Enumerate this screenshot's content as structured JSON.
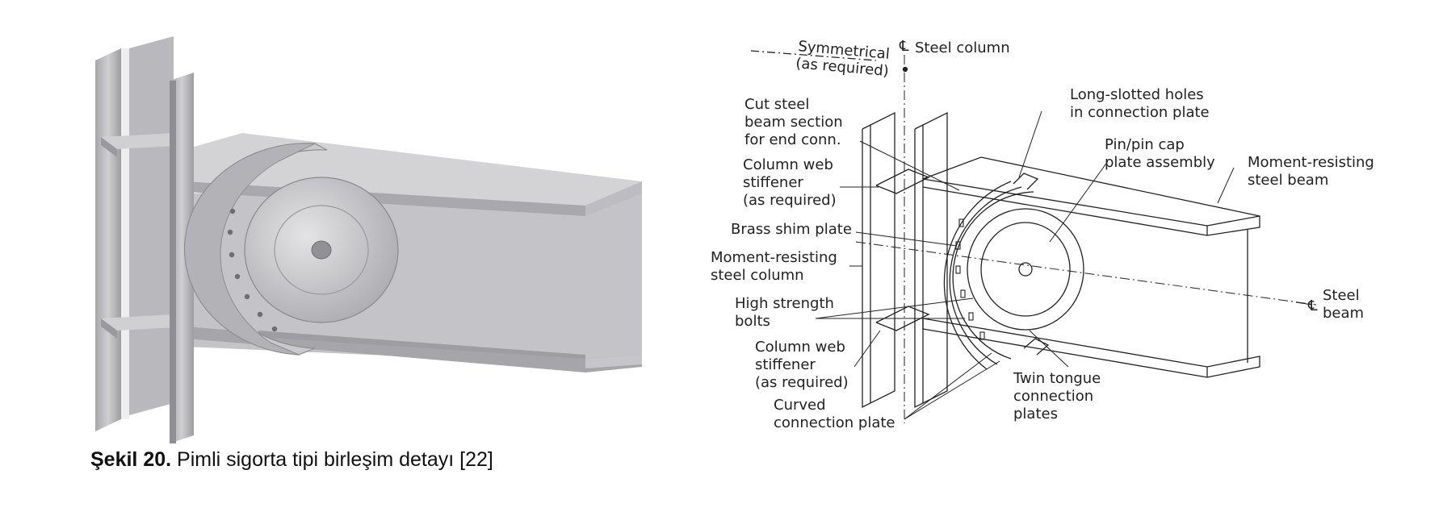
{
  "figure": {
    "caption_prefix": "Şekil  20.",
    "caption_text": " Pimli sigorta tipi birleşim detayı [22]"
  },
  "diagram": {
    "labels": {
      "symmetrical": "Symmetrical",
      "as_required_top": "(as required)",
      "steel_column": "Steel column",
      "cl_symbol": "℄",
      "cut_steel_1": "Cut steel",
      "cut_steel_2": "beam section",
      "cut_steel_3": "for end conn.",
      "long_slotted_1": "Long-slotted holes",
      "long_slotted_2": "in connection plate",
      "pin_cap_1": "Pin/pin cap",
      "pin_cap_2": "plate assembly",
      "moment_beam_1": "Moment-resisting",
      "moment_beam_2": "steel beam",
      "col_web_stiff_1": "Column web",
      "col_web_stiff_2": "stiffener",
      "col_web_stiff_3": "(as required)",
      "brass_shim": "Brass shim plate",
      "moment_col_1": "Moment-resisting",
      "moment_col_2": "steel column",
      "high_strength_1": "High strength",
      "high_strength_2": "bolts",
      "col_web_stiff_b1": "Column web",
      "col_web_stiff_b2": "stiffener",
      "col_web_stiff_b3": "(as required)",
      "curved_plate_1": "Curved",
      "curved_plate_2": "connection plate",
      "twin_tongue_1": "Twin tongue",
      "twin_tongue_2": "connection",
      "twin_tongue_3": "plates",
      "steel_beam_1": "Steel",
      "steel_beam_2": "beam"
    }
  }
}
